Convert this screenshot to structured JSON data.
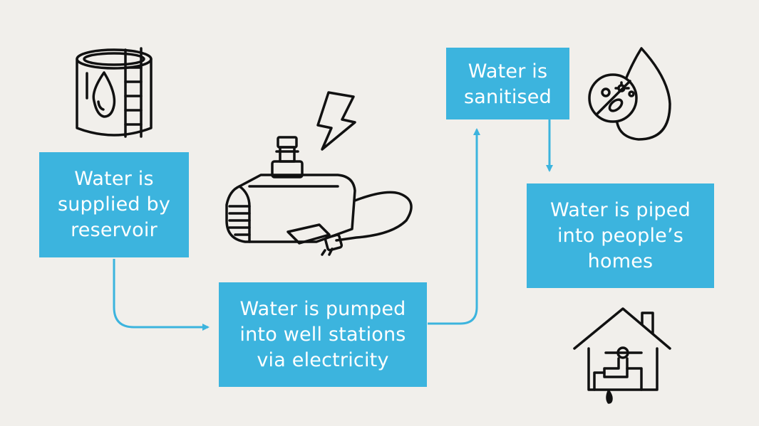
{
  "steps": {
    "reservoir": {
      "line1": "Water is",
      "line2": "supplied by",
      "line3": "reservoir"
    },
    "pumped": {
      "line1": "Water is pumped",
      "line2": "into well stations",
      "line3": "via electricity"
    },
    "sanitised": {
      "line1": "Water is",
      "line2": "sanitised"
    },
    "homes": {
      "line1": "Water is piped",
      "line2": "into people’s",
      "line3": "homes"
    }
  },
  "icons": [
    "reservoir-tank-icon",
    "lightning-bolt-icon",
    "water-pump-icon",
    "sanitised-water-drop-icon",
    "house-tap-icon"
  ],
  "colors": {
    "background": "#f1efeb",
    "box": "#3cb4de",
    "text": "#ffffff",
    "arrow": "#3cb4de",
    "icon": "#111111"
  }
}
